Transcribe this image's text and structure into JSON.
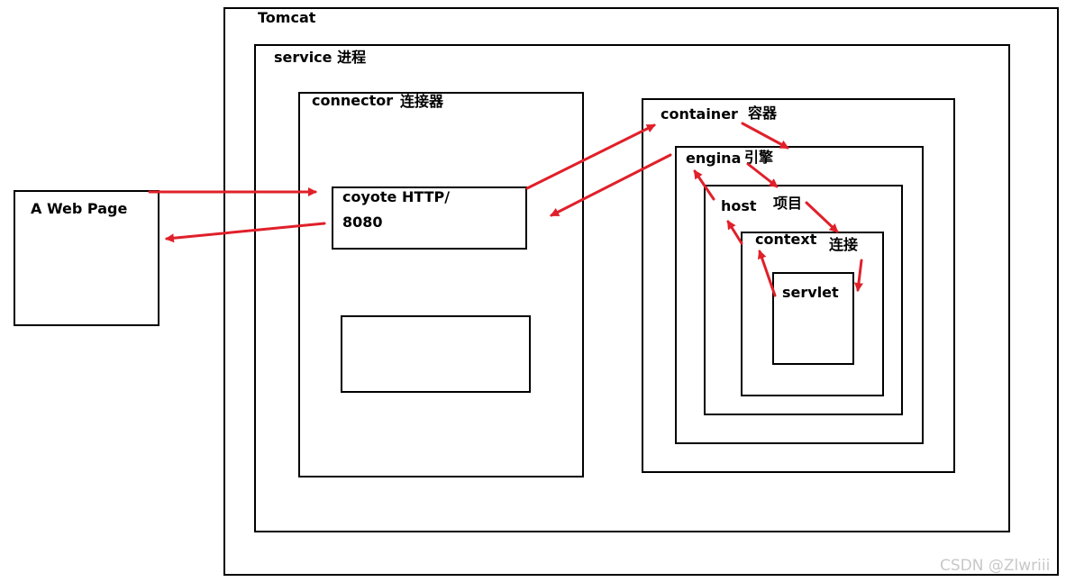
{
  "diagram": {
    "labels": {
      "tomcat": "Tomcat",
      "service": "service 进程",
      "connector": "connector",
      "connector_cn": "连接器",
      "coyote_line1": "coyote HTTP/",
      "coyote_line2": "8080",
      "web_page": "A Web Page",
      "container": "container",
      "container_cn": "容器",
      "engina": "engina",
      "engina_cn": "引擎",
      "host": "host",
      "host_cn": "项目",
      "context": "context",
      "context_cn": "连接",
      "servlet": "servlet"
    },
    "arrow_color": "#e0202a"
  },
  "watermark": "CSDN @Zlwriii"
}
